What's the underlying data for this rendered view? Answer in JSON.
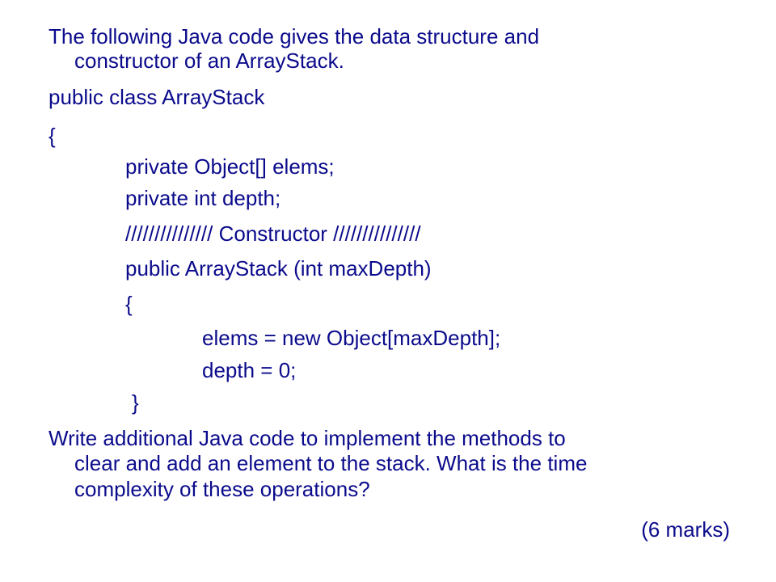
{
  "intro": {
    "line1": "The following Java code gives the data structure and",
    "line2": "constructor of an ArrayStack."
  },
  "code": {
    "class_decl": "public class ArrayStack",
    "open_brace": "{",
    "field_elems": "private Object[] elems;",
    "field_depth": "private int depth;",
    "comment": "/////////////// Constructor ///////////////",
    "ctor_decl": "public ArrayStack (int maxDepth)",
    "ctor_open": "{",
    "stmt_elems": "elems = new Object[maxDepth];",
    "stmt_depth": "depth = 0;",
    "ctor_close": "}"
  },
  "question": {
    "line1": "Write additional  Java code to implement the methods to",
    "line2": "clear and add an element to the stack.  What is the time",
    "line3": "complexity  of these operations?"
  },
  "marks": "(6 marks)",
  "colors": {
    "text": "#0b0b8c",
    "background": "#ffffff"
  }
}
